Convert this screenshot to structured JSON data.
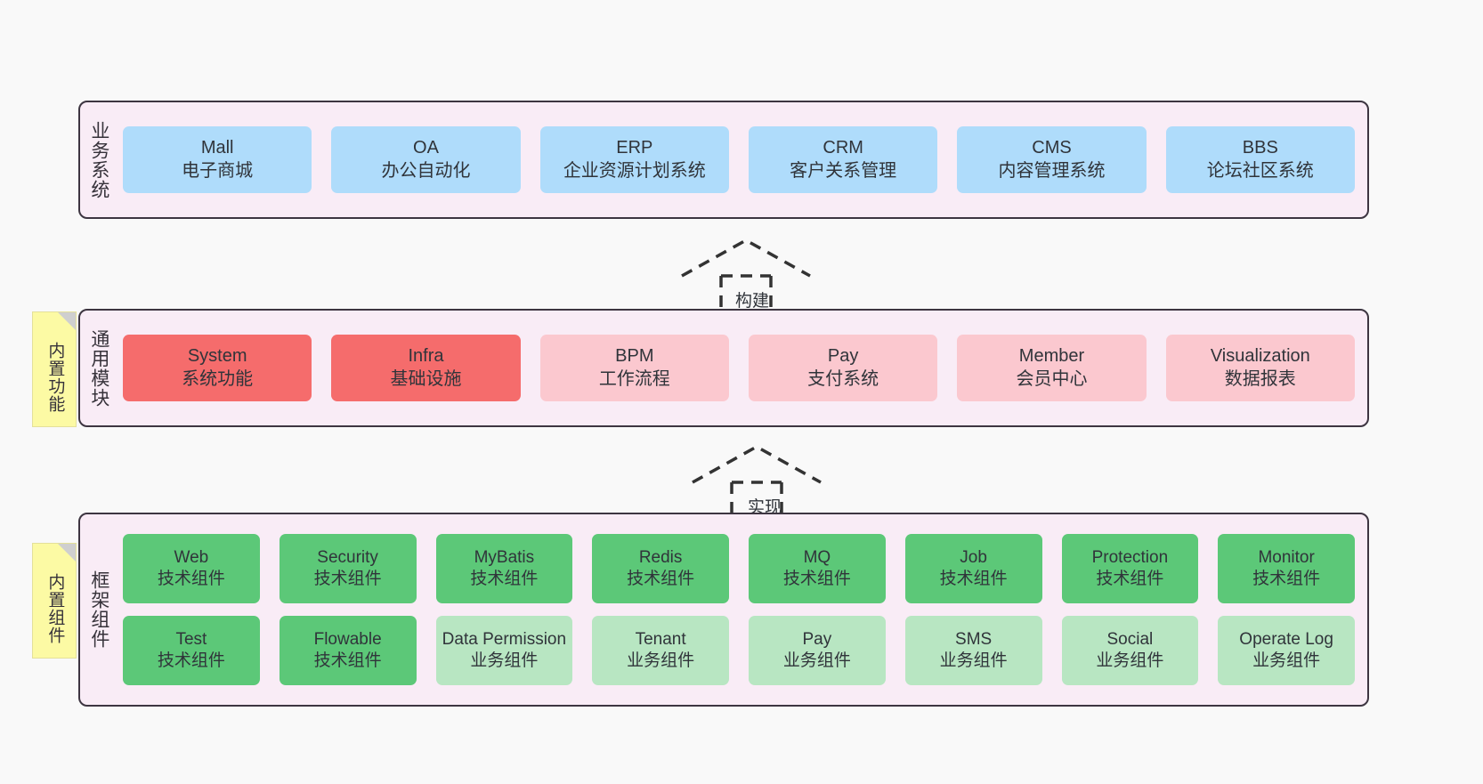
{
  "diagram": {
    "background_color": "#f9f9f9",
    "layer_bg_color": "#f9ecf6",
    "layer_border_color": "#3d3541",
    "note_color": "#fcfaa4"
  },
  "notes": [
    {
      "label": "内置功能"
    },
    {
      "label": "内置组件"
    }
  ],
  "arrows": [
    {
      "label": "构建",
      "style": "dashed-hollow-triangle-up"
    },
    {
      "label": "实现",
      "style": "dashed-hollow-triangle-up"
    }
  ],
  "layers": [
    {
      "title": "业务系统",
      "rows": [
        {
          "cards": [
            {
              "name": "Mall",
              "desc": "电子商城",
              "color": "#afdcfb"
            },
            {
              "name": "OA",
              "desc": "办公自动化",
              "color": "#afdcfb"
            },
            {
              "name": "ERP",
              "desc": "企业资源计划系统",
              "color": "#afdcfb"
            },
            {
              "name": "CRM",
              "desc": "客户关系管理",
              "color": "#afdcfb"
            },
            {
              "name": "CMS",
              "desc": "内容管理系统",
              "color": "#afdcfb"
            },
            {
              "name": "BBS",
              "desc": "论坛社区系统",
              "color": "#afdcfb"
            }
          ]
        }
      ]
    },
    {
      "title": "通用模块",
      "rows": [
        {
          "cards": [
            {
              "name": "System",
              "desc": "系统功能",
              "color": "#f56c6c"
            },
            {
              "name": "Infra",
              "desc": "基础设施",
              "color": "#f56c6c"
            },
            {
              "name": "BPM",
              "desc": "工作流程",
              "color": "#fbc8cf"
            },
            {
              "name": "Pay",
              "desc": "支付系统",
              "color": "#fbc8cf"
            },
            {
              "name": "Member",
              "desc": "会员中心",
              "color": "#fbc8cf"
            },
            {
              "name": "Visualization",
              "desc": "数据报表",
              "color": "#fbc8cf"
            }
          ]
        }
      ]
    },
    {
      "title": "框架组件",
      "rows": [
        {
          "cards": [
            {
              "name": "Web",
              "desc": "技术组件",
              "color": "#5cc878"
            },
            {
              "name": "Security",
              "desc": "技术组件",
              "color": "#5cc878"
            },
            {
              "name": "MyBatis",
              "desc": "技术组件",
              "color": "#5cc878"
            },
            {
              "name": "Redis",
              "desc": "技术组件",
              "color": "#5cc878"
            },
            {
              "name": "MQ",
              "desc": "技术组件",
              "color": "#5cc878"
            },
            {
              "name": "Job",
              "desc": "技术组件",
              "color": "#5cc878"
            },
            {
              "name": "Protection",
              "desc": "技术组件",
              "color": "#5cc878"
            },
            {
              "name": "Monitor",
              "desc": "技术组件",
              "color": "#5cc878"
            }
          ]
        },
        {
          "cards": [
            {
              "name": "Test",
              "desc": "技术组件",
              "color": "#5cc878"
            },
            {
              "name": "Flowable",
              "desc": "技术组件",
              "color": "#5cc878"
            },
            {
              "name": "Data Permission",
              "desc": "业务组件",
              "color": "#b8e6c2"
            },
            {
              "name": "Tenant",
              "desc": "业务组件",
              "color": "#b8e6c2"
            },
            {
              "name": "Pay",
              "desc": "业务组件",
              "color": "#b8e6c2"
            },
            {
              "name": "SMS",
              "desc": "业务组件",
              "color": "#b8e6c2"
            },
            {
              "name": "Social",
              "desc": "业务组件",
              "color": "#b8e6c2"
            },
            {
              "name": "Operate Log",
              "desc": "业务组件",
              "color": "#b8e6c2"
            }
          ]
        }
      ]
    }
  ]
}
